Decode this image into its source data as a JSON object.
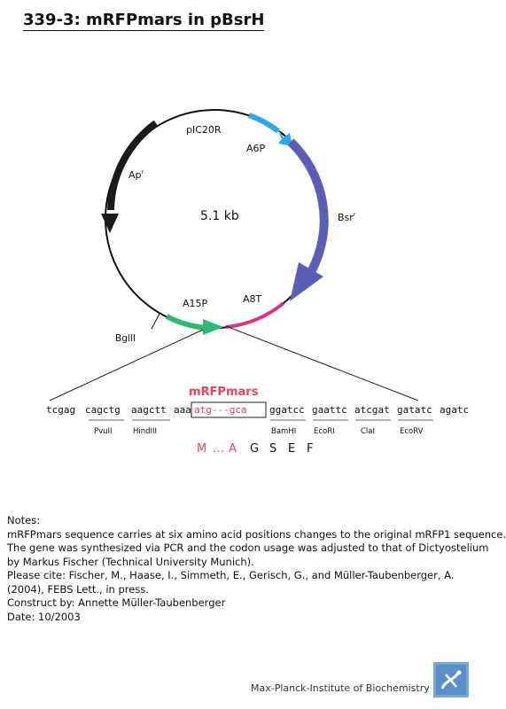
{
  "title": "339-3: mRFPmars in pBsrH",
  "plasmid": {
    "size_label": "5.1 kb",
    "labels": {
      "pic20r": "pIC20R",
      "a6p": "A6P",
      "bsr": "Bsr",
      "bsr_sup": "r",
      "a8t": "A8T",
      "a15p": "A15P",
      "ap": "Ap",
      "ap_sup": "r",
      "bglii": "BglII"
    },
    "colors": {
      "backbone": "#111111",
      "ap_arrow": "#1a1a1a",
      "a6p_arrow": "#2ea8e6",
      "bsr_arrow": "#5a5fb5",
      "a8t": "#d63384",
      "a15p_arrow": "#2fb872"
    }
  },
  "insert": {
    "gene_label": "mRFPmars",
    "gene_color": "#e8455a",
    "sequence": {
      "s1": "tcgag",
      "s2": "cagctg",
      "s3": "aagctt",
      "s4": "aaa",
      "boxed": "atg---gca",
      "s5": "ggatcc",
      "s6": "gaattc",
      "s7": "atcgat",
      "s8": "gatatc",
      "s9": "agatc"
    },
    "sites": {
      "pvuii": "PvuII",
      "hindiii": "HindIII",
      "bamhi": "BamHI",
      "ecori": "EcoRI",
      "clai": "ClaI",
      "ecorv": "EcoRV"
    },
    "protein": {
      "m": "M",
      "dots": "…",
      "a": "A",
      "g": "G",
      "s": "S",
      "e": "E",
      "f": "F"
    }
  },
  "notes": {
    "heading": "Notes:",
    "line1": "mRFPmars sequence carries at six amino acid positions changes to the original mRFP1 sequence.",
    "line2": "The gene was synthesized via PCR and the codon usage was adjusted to that of Dictyostelium",
    "line3": "by Markus Fischer (Technical University Munich).",
    "line4": "Please cite: Fischer, M., Haase, I., Simmeth, E., Gerisch, G., and Müller-Taubenberger, A.",
    "line5": "(2004), FEBS Lett., in press.",
    "construct": "Construct by: Annette Müller-Taubenberger",
    "date": "Date: 10/2003"
  },
  "footer": "Max-Planck-Institute of Biochemistry"
}
